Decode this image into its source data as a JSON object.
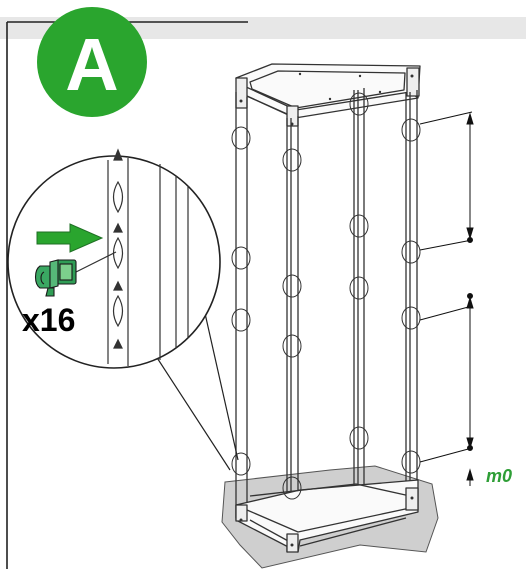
{
  "step": {
    "letter": "A"
  },
  "detail": {
    "quantity": "x16"
  },
  "dimension": {
    "label": "m0"
  },
  "colors": {
    "accent_green": "#2aa52e",
    "label_green": "#2e9e36",
    "clip_green": "#2f9d55",
    "floor_gray": "#cfcfcf",
    "header_gray": "#e7e7e7"
  }
}
